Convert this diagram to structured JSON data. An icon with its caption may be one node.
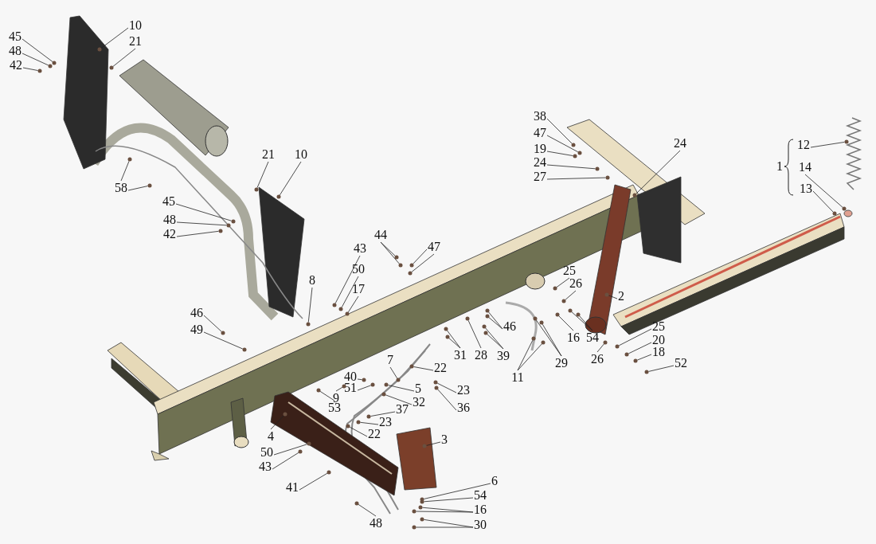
{
  "diagram": {
    "nodes": [
      {
        "text": [
          "10"
        ]
      },
      {
        "text": [
          "21"
        ]
      },
      {
        "text": [
          "45"
        ]
      },
      {
        "text": [
          "48"
        ]
      },
      {
        "text": [
          "42"
        ]
      },
      {
        "text": [
          "58"
        ]
      },
      {
        "text": [
          "21"
        ]
      },
      {
        "text": [
          "10"
        ]
      },
      {
        "text": [
          "45"
        ]
      },
      {
        "text": [
          "48"
        ]
      },
      {
        "text": [
          "42"
        ]
      },
      {
        "text": [
          "44"
        ]
      },
      {
        "text": [
          "47"
        ]
      },
      {
        "text": [
          "43"
        ]
      },
      {
        "text": [
          "50"
        ]
      },
      {
        "text": [
          "17"
        ]
      },
      {
        "text": [
          "8"
        ]
      },
      {
        "text": [
          "46"
        ]
      },
      {
        "text": [
          "49"
        ]
      },
      {
        "text": [
          "38"
        ]
      },
      {
        "text": [
          "47"
        ]
      },
      {
        "text": [
          "19"
        ]
      },
      {
        "text": [
          "24"
        ]
      },
      {
        "text": [
          "27"
        ]
      },
      {
        "text": [
          "24"
        ]
      },
      {
        "text": [
          "12"
        ]
      },
      {
        "text": [
          "14"
        ]
      },
      {
        "text": [
          "13"
        ]
      },
      {
        "text": [
          "25"
        ]
      },
      {
        "text": [
          "26"
        ]
      },
      {
        "text": [
          "2"
        ]
      },
      {
        "text": [
          "31"
        ]
      },
      {
        "text": [
          "28"
        ]
      },
      {
        "text": [
          "46"
        ]
      },
      {
        "text": [
          "39"
        ]
      },
      {
        "text": [
          "11"
        ]
      },
      {
        "text": [
          "29"
        ]
      },
      {
        "text": [
          "16"
        ]
      },
      {
        "text": [
          "54"
        ]
      },
      {
        "text": [
          "25"
        ]
      },
      {
        "text": [
          "20"
        ]
      },
      {
        "text": [
          "18"
        ]
      },
      {
        "text": [
          "26"
        ]
      },
      {
        "text": [
          "52"
        ]
      },
      {
        "text": [
          "22"
        ]
      },
      {
        "text": [
          "7"
        ]
      },
      {
        "text": [
          "40"
        ]
      },
      {
        "text": [
          "51"
        ]
      },
      {
        "text": [
          "5"
        ]
      },
      {
        "text": [
          "32"
        ]
      },
      {
        "text": [
          "23"
        ]
      },
      {
        "text": [
          "36"
        ]
      },
      {
        "text": [
          "9"
        ]
      },
      {
        "text": [
          "53"
        ]
      },
      {
        "text": [
          "37"
        ]
      },
      {
        "text": [
          "23"
        ]
      },
      {
        "text": [
          "22"
        ]
      },
      {
        "text": [
          "4"
        ]
      },
      {
        "text": [
          "3"
        ]
      },
      {
        "text": [
          "50"
        ]
      },
      {
        "text": [
          "43"
        ]
      },
      {
        "text": [
          "41"
        ]
      },
      {
        "text": [
          "6"
        ]
      },
      {
        "text": [
          "54"
        ]
      },
      {
        "text": [
          "16"
        ]
      },
      {
        "text": [
          "30"
        ]
      },
      {
        "text": [
          "48"
        ]
      },
      {
        "text": [],
        "shape": "circle"
      },
      {
        "text": [],
        "shape": "circle"
      },
      {
        "text": [],
        "shape": "circle"
      },
      {
        "text": [],
        "shape": "circle"
      },
      {
        "text": [],
        "shape": "circle"
      },
      {
        "text": [],
        "shape": "circle"
      },
      {
        "text": [],
        "shape": "circle"
      },
      {
        "text": [],
        "shape": "circle"
      },
      {
        "text": [],
        "shape": "circle"
      },
      {
        "text": [],
        "shape": "circle"
      },
      {
        "text": [],
        "shape": "circle"
      },
      {
        "text": [],
        "shape": "circle"
      },
      {
        "text": [],
        "shape": "circle"
      },
      {
        "text": [],
        "shape": "circle"
      },
      {
        "text": [],
        "shape": "circle"
      },
      {
        "text": [],
        "shape": "circle"
      },
      {
        "text": [],
        "shape": "circle"
      },
      {
        "text": [],
        "shape": "circle"
      },
      {
        "text": [],
        "shape": "circle"
      },
      {
        "text": [],
        "shape": "circle"
      },
      {
        "text": [],
        "shape": "circle"
      },
      {
        "text": [],
        "shape": "circle"
      },
      {
        "text": [],
        "shape": "circle"
      },
      {
        "text": [],
        "shape": "circle"
      },
      {
        "text": [],
        "shape": "circle"
      },
      {
        "text": [],
        "shape": "circle"
      },
      {
        "text": [],
        "shape": "circle"
      },
      {
        "text": [],
        "shape": "circle"
      },
      {
        "text": [],
        "shape": "circle"
      },
      {
        "text": [],
        "shape": "circle"
      },
      {
        "text": [],
        "shape": "circle"
      },
      {
        "text": [],
        "shape": "circle"
      },
      {
        "text": [],
        "shape": "circle"
      },
      {
        "text": [],
        "shape": "circle"
      },
      {
        "text": [],
        "shape": "circle"
      },
      {
        "text": [],
        "shape": "circle"
      },
      {
        "text": [],
        "shape": "circle"
      },
      {
        "text": [],
        "shape": "circle"
      },
      {
        "text": [],
        "shape": "circle"
      },
      {
        "text": [],
        "shape": "circle"
      },
      {
        "text": [],
        "shape": "circle"
      },
      {
        "text": [],
        "shape": "circle"
      },
      {
        "text": [],
        "shape": "circle"
      },
      {
        "text": [],
        "shape": "circle"
      },
      {
        "text": [],
        "shape": "circle"
      },
      {
        "text": [],
        "shape": "circle"
      },
      {
        "text": [],
        "shape": "circle"
      },
      {
        "text": [],
        "shape": "circle"
      },
      {
        "text": [],
        "shape": "circle"
      },
      {
        "text": [],
        "shape": "circle"
      },
      {
        "text": [],
        "shape": "circle"
      },
      {
        "text": [],
        "shape": "circle"
      },
      {
        "text": [],
        "shape": "circle"
      },
      {
        "text": [],
        "shape": "circle"
      },
      {
        "text": [],
        "shape": "circle"
      },
      {
        "text": [],
        "shape": "circle"
      },
      {
        "text": [],
        "shape": "circle"
      },
      {
        "text": [],
        "shape": "circle"
      },
      {
        "text": [],
        "shape": "circle"
      },
      {
        "text": [],
        "shape": "circle"
      },
      {
        "text": [],
        "shape": "circle"
      },
      {
        "text": [],
        "shape": "circle"
      },
      {
        "text": [],
        "shape": "circle"
      },
      {
        "text": [],
        "shape": "circle"
      },
      {
        "text": [],
        "shape": "circle"
      },
      {
        "text": [],
        "shape": "circle"
      },
      {
        "text": [],
        "shape": "circle"
      },
      {
        "text": [],
        "shape": "circle"
      },
      {
        "text": [],
        "shape": "circle"
      },
      {
        "text": [],
        "shape": "circle"
      },
      {
        "text": [],
        "shape": "circle"
      },
      {
        "text": [],
        "shape": "circle"
      },
      {
        "text": [],
        "shape": "circle"
      },
      {
        "text": [],
        "shape": "circle"
      },
      {
        "text": [],
        "shape": "circle"
      },
      {
        "text": [],
        "shape": "circle"
      },
      {
        "text": [],
        "shape": "circle"
      },
      {
        "text": [],
        "shape": "circle"
      }
    ],
    "edges": [
      {
        "from": 0,
        "to": 67,
        "arrow": "none"
      },
      {
        "from": 1,
        "to": 68,
        "arrow": "none"
      },
      {
        "from": 2,
        "to": 69,
        "arrow": "none"
      },
      {
        "from": 3,
        "to": 70,
        "arrow": "none"
      },
      {
        "from": 4,
        "to": 71,
        "arrow": "none"
      },
      {
        "from": 5,
        "to": 72,
        "arrow": "none"
      },
      {
        "from": 5,
        "to": 73,
        "arrow": "none"
      },
      {
        "from": 6,
        "to": 74,
        "arrow": "none"
      },
      {
        "from": 7,
        "to": 75,
        "arrow": "none"
      },
      {
        "from": 8,
        "to": 76,
        "arrow": "none"
      },
      {
        "from": 9,
        "to": 77,
        "arrow": "none"
      },
      {
        "from": 10,
        "to": 78,
        "arrow": "none"
      },
      {
        "from": 11,
        "to": 79,
        "arrow": "none"
      },
      {
        "from": 11,
        "to": 80,
        "arrow": "none"
      },
      {
        "from": 12,
        "to": 81,
        "arrow": "none"
      },
      {
        "from": 12,
        "to": 82,
        "arrow": "none"
      },
      {
        "from": 13,
        "to": 83,
        "arrow": "none"
      },
      {
        "from": 14,
        "to": 84,
        "arrow": "none"
      },
      {
        "from": 15,
        "to": 85,
        "arrow": "none"
      },
      {
        "from": 16,
        "to": 86,
        "arrow": "none"
      },
      {
        "from": 17,
        "to": 87,
        "arrow": "none"
      },
      {
        "from": 18,
        "to": 88,
        "arrow": "none"
      },
      {
        "from": 19,
        "to": 89,
        "arrow": "none"
      },
      {
        "from": 20,
        "to": 90,
        "arrow": "none"
      },
      {
        "from": 21,
        "to": 91,
        "arrow": "none"
      },
      {
        "from": 22,
        "to": 92,
        "arrow": "none"
      },
      {
        "from": 23,
        "to": 93,
        "arrow": "none"
      },
      {
        "from": 24,
        "to": 94,
        "arrow": "none"
      },
      {
        "from": 25,
        "to": 95,
        "arrow": "none"
      },
      {
        "from": 26,
        "to": 96,
        "arrow": "none"
      },
      {
        "from": 27,
        "to": 97,
        "arrow": "none"
      },
      {
        "from": 28,
        "to": 98,
        "arrow": "none"
      },
      {
        "from": 29,
        "to": 99,
        "arrow": "none"
      },
      {
        "from": 30,
        "to": 100,
        "arrow": "none"
      },
      {
        "from": 31,
        "to": 101,
        "arrow": "none"
      },
      {
        "from": 31,
        "to": 102,
        "arrow": "none"
      },
      {
        "from": 32,
        "to": 103,
        "arrow": "none"
      },
      {
        "from": 33,
        "to": 104,
        "arrow": "none"
      },
      {
        "from": 33,
        "to": 105,
        "arrow": "none"
      },
      {
        "from": 34,
        "to": 106,
        "arrow": "none"
      },
      {
        "from": 34,
        "to": 107,
        "arrow": "none"
      },
      {
        "from": 35,
        "to": 108,
        "arrow": "none"
      },
      {
        "from": 35,
        "to": 109,
        "arrow": "none"
      },
      {
        "from": 36,
        "to": 110,
        "arrow": "none"
      },
      {
        "from": 36,
        "to": 111,
        "arrow": "none"
      },
      {
        "from": 37,
        "to": 112,
        "arrow": "none"
      },
      {
        "from": 38,
        "to": 113,
        "arrow": "none"
      },
      {
        "from": 38,
        "to": 114,
        "arrow": "none"
      },
      {
        "from": 39,
        "to": 115,
        "arrow": "none"
      },
      {
        "from": 40,
        "to": 116,
        "arrow": "none"
      },
      {
        "from": 41,
        "to": 117,
        "arrow": "none"
      },
      {
        "from": 42,
        "to": 118,
        "arrow": "none"
      },
      {
        "from": 43,
        "to": 119,
        "arrow": "none"
      },
      {
        "from": 44,
        "to": 120,
        "arrow": "none"
      },
      {
        "from": 45,
        "to": 121,
        "arrow": "none"
      },
      {
        "from": 46,
        "to": 122,
        "arrow": "none"
      },
      {
        "from": 47,
        "to": 123,
        "arrow": "none"
      },
      {
        "from": 48,
        "to": 124,
        "arrow": "none"
      },
      {
        "from": 49,
        "to": 125,
        "arrow": "none"
      },
      {
        "from": 50,
        "to": 126,
        "arrow": "none"
      },
      {
        "from": 51,
        "to": 127,
        "arrow": "none"
      },
      {
        "from": 52,
        "to": 128,
        "arrow": "none"
      },
      {
        "from": 53,
        "to": 129,
        "arrow": "none"
      },
      {
        "from": 54,
        "to": 130,
        "arrow": "none"
      },
      {
        "from": 55,
        "to": 131,
        "arrow": "none"
      },
      {
        "from": 56,
        "to": 132,
        "arrow": "none"
      },
      {
        "from": 57,
        "to": 133,
        "arrow": "none"
      },
      {
        "from": 58,
        "to": 134,
        "arrow": "none"
      },
      {
        "from": 59,
        "to": 135,
        "arrow": "none"
      },
      {
        "from": 60,
        "to": 136,
        "arrow": "none"
      },
      {
        "from": 61,
        "to": 137,
        "arrow": "none"
      },
      {
        "from": 62,
        "to": 138,
        "arrow": "none"
      },
      {
        "from": 63,
        "to": 139,
        "arrow": "none"
      },
      {
        "from": 64,
        "to": 140,
        "arrow": "none"
      },
      {
        "from": 64,
        "to": 141,
        "arrow": "none"
      },
      {
        "from": 65,
        "to": 142,
        "arrow": "none"
      },
      {
        "from": 65,
        "to": 143,
        "arrow": "none"
      },
      {
        "from": 66,
        "to": 144,
        "arrow": "none"
      }
    ],
    "labels": [
      "1"
    ]
  }
}
